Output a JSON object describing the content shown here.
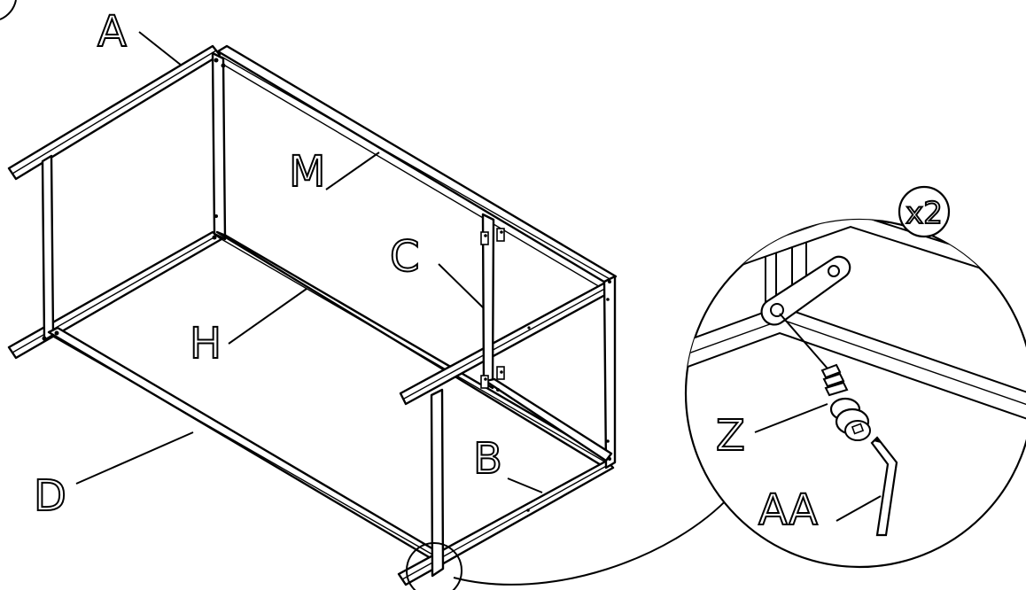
{
  "diagram": {
    "part_labels": {
      "a": "A",
      "m": "M",
      "c": "C",
      "h": "H",
      "d": "D",
      "b": "B"
    },
    "detail": {
      "quantity": "x2",
      "screw_label": "Z",
      "key_label": "AA"
    }
  }
}
